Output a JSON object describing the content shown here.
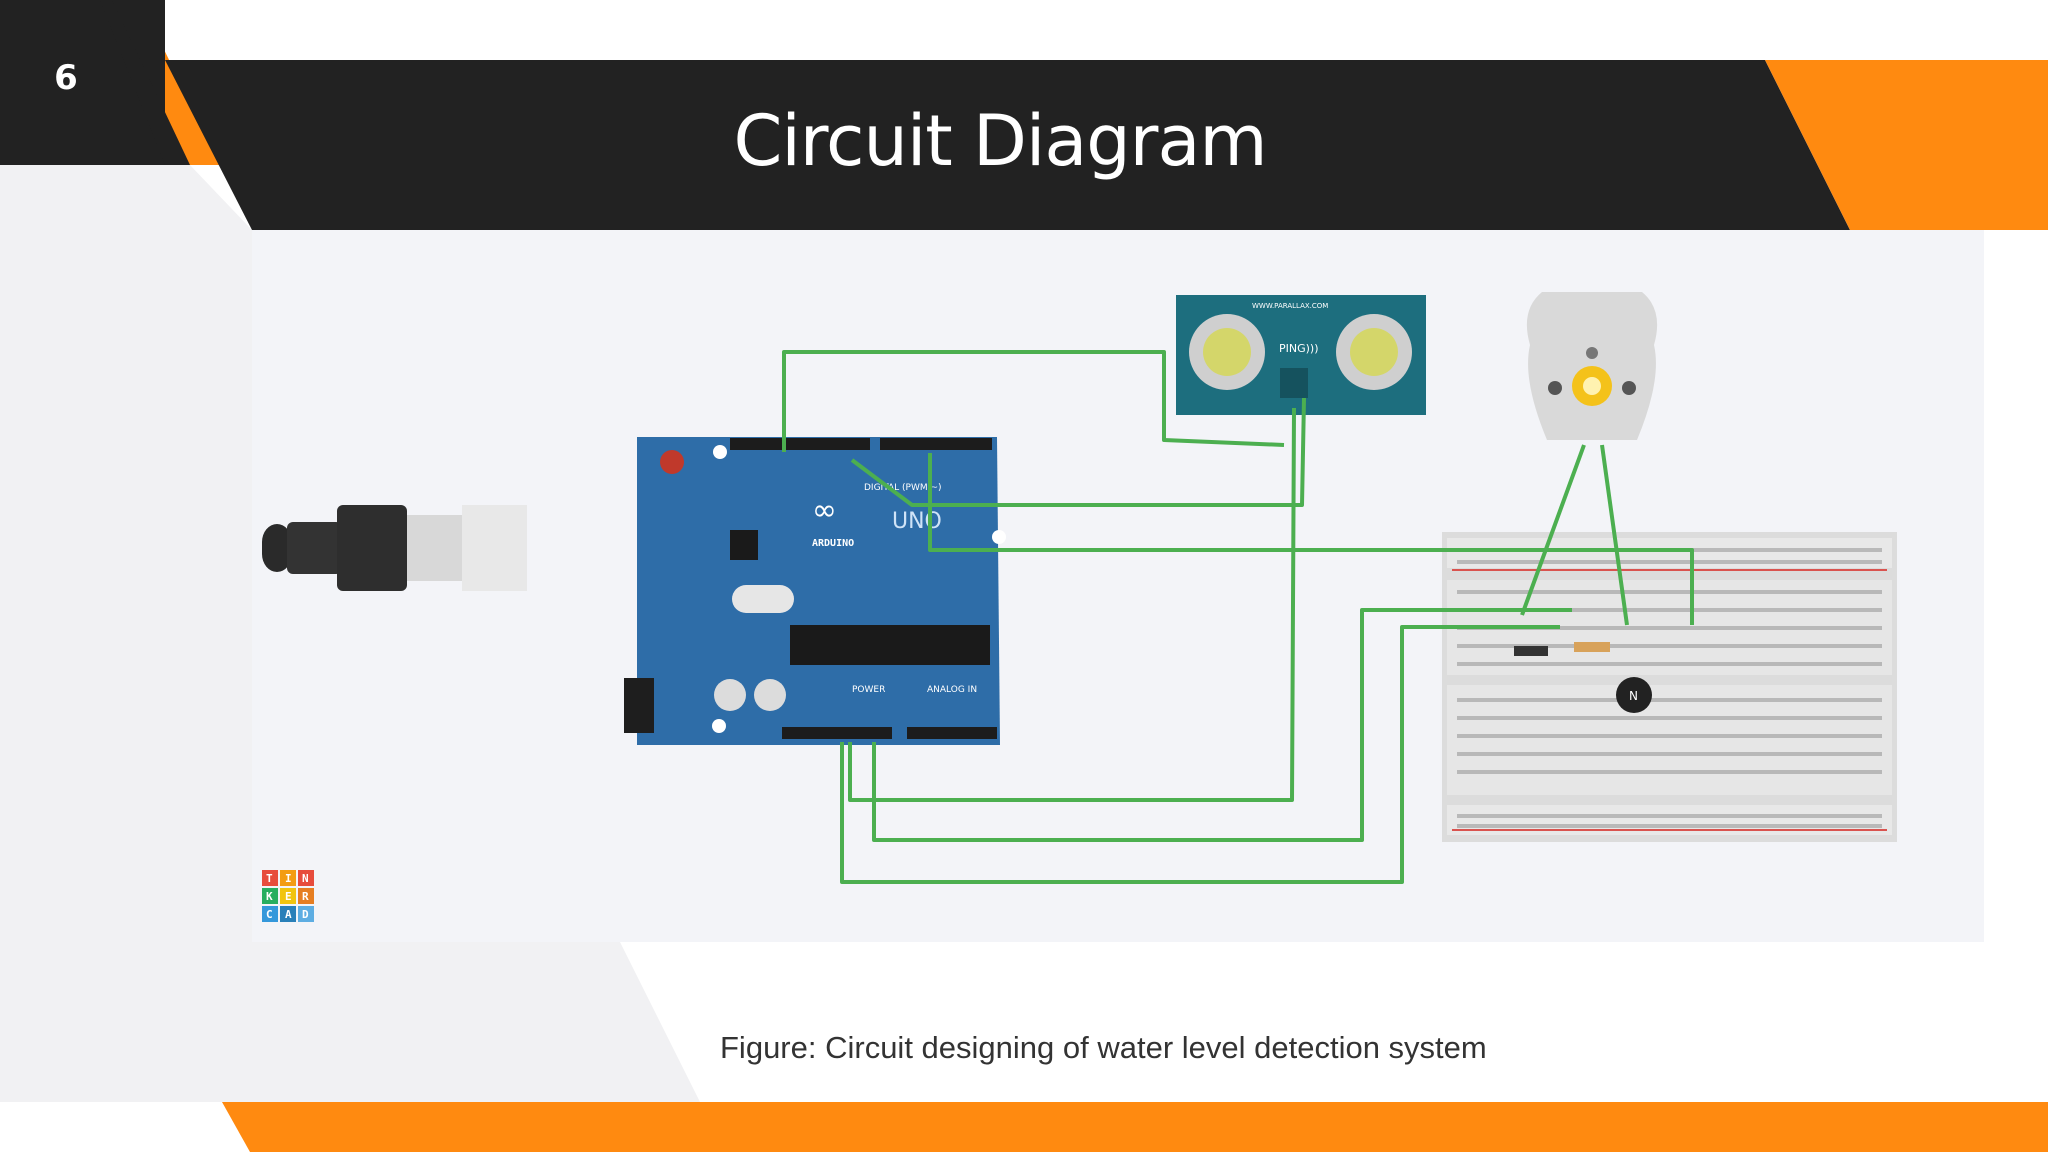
{
  "slide": {
    "number": "6",
    "title": "Circuit Diagram"
  },
  "caption": "Figure: Circuit designing of water level detection system",
  "diagram": {
    "board_brand": "ARDUINO",
    "board_model": "UNO",
    "board_header_digital": "DIGITAL (PWM ~)",
    "board_header_power": "POWER",
    "board_header_analog": "ANALOG IN",
    "sensor_label": "PING)))",
    "sensor_site": "WWW.PARALLAX.COM",
    "transistor_label": "N",
    "logo_letters": [
      "T",
      "I",
      "N",
      "K",
      "E",
      "R",
      "C",
      "A",
      "D"
    ]
  },
  "colors": {
    "dark": "#222222",
    "orange": "#ff8a10",
    "wire": "#4caf50",
    "board": "#2e6da8",
    "sensor": "#1d6e7e"
  }
}
